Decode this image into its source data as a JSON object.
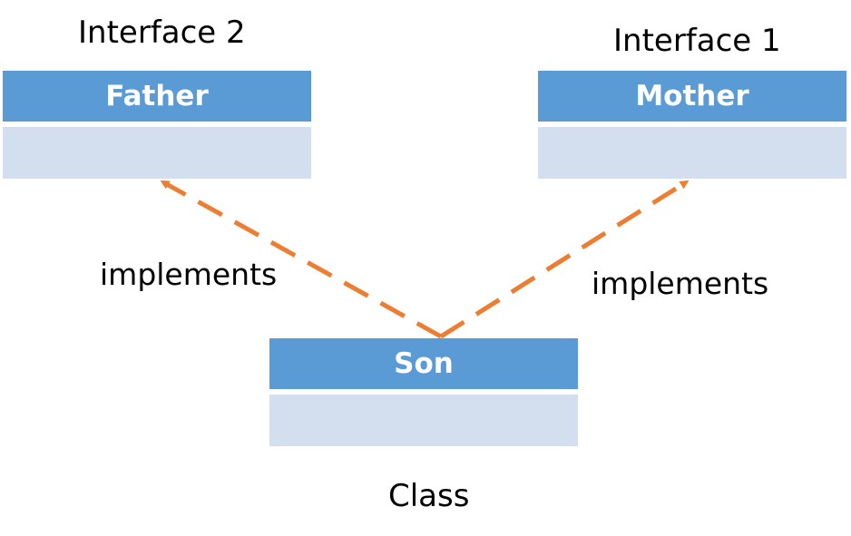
{
  "colors": {
    "header_fill": "#5b9bd5",
    "body_fill": "#d3dfef",
    "arrow": "#ed7d31"
  },
  "interfaces": {
    "left": {
      "caption": "Interface 2",
      "name": "Father"
    },
    "right": {
      "caption": "Interface 1",
      "name": "Mother"
    }
  },
  "class_box": {
    "name": "Son",
    "caption": "Class"
  },
  "relations": [
    {
      "from": "Son",
      "to": "Father",
      "label": "implements",
      "style": "dashed-arrow"
    },
    {
      "from": "Son",
      "to": "Mother",
      "label": "implements",
      "style": "dashed-arrow"
    }
  ]
}
